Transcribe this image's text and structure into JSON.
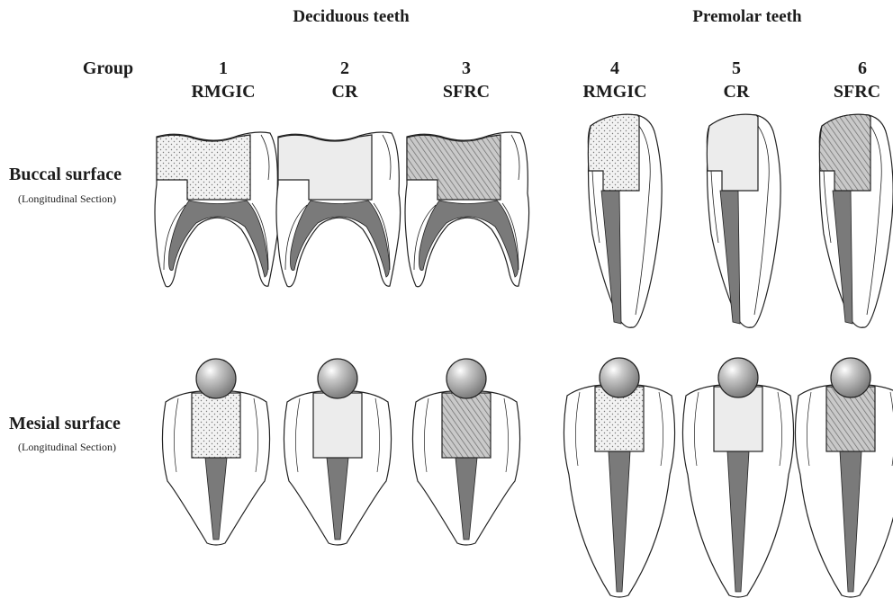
{
  "figure": {
    "headers": {
      "deciduous": "Deciduous teeth",
      "premolar": "Premolar teeth"
    },
    "group_label": "Group",
    "groups": [
      {
        "number": "1",
        "material": "RMGIC",
        "fill": "dots"
      },
      {
        "number": "2",
        "material": "CR",
        "fill": "plain"
      },
      {
        "number": "3",
        "material": "SFRC",
        "fill": "hatch"
      },
      {
        "number": "4",
        "material": "RMGIC",
        "fill": "dots"
      },
      {
        "number": "5",
        "material": "CR",
        "fill": "plain"
      },
      {
        "number": "6",
        "material": "SFRC",
        "fill": "hatch"
      }
    ],
    "rows": [
      {
        "title": "Buccal surface",
        "subtitle": "(Longitudinal Section)"
      },
      {
        "title": "Mesial surface",
        "subtitle": "(Longitudinal Section)"
      }
    ],
    "colors": {
      "outline": "#222222",
      "canal": "#7a7a7a",
      "restoration": "#ececec",
      "ball": "#9a9a9a"
    }
  }
}
